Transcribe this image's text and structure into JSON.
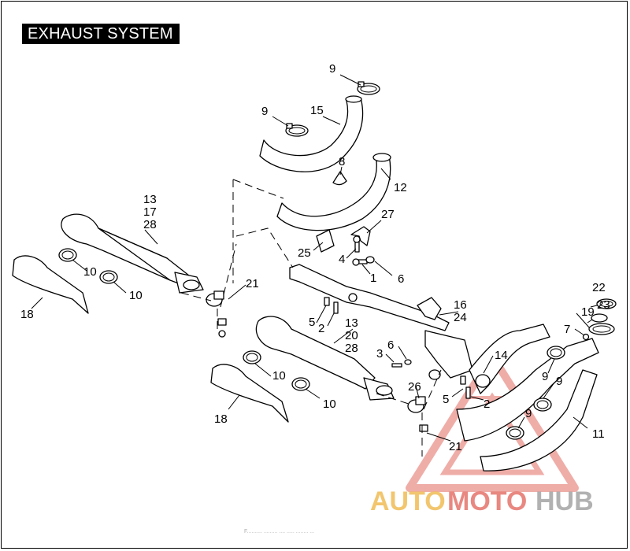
{
  "title": "EXHAUST SYSTEM",
  "callouts": [
    {
      "id": "c9a",
      "text": "9"
    },
    {
      "id": "c9b",
      "text": "9"
    },
    {
      "id": "c15",
      "text": "15"
    },
    {
      "id": "c8",
      "text": "8"
    },
    {
      "id": "c12",
      "text": "12"
    },
    {
      "id": "c13a",
      "text": "13"
    },
    {
      "id": "c17",
      "text": "17"
    },
    {
      "id": "c28a",
      "text": "28"
    },
    {
      "id": "c27",
      "text": "27"
    },
    {
      "id": "c25",
      "text": "25"
    },
    {
      "id": "c4",
      "text": "4"
    },
    {
      "id": "c1",
      "text": "1"
    },
    {
      "id": "c6a",
      "text": "6"
    },
    {
      "id": "c10a",
      "text": "10"
    },
    {
      "id": "c10b",
      "text": "10"
    },
    {
      "id": "c21a",
      "text": "21"
    },
    {
      "id": "c18a",
      "text": "18"
    },
    {
      "id": "c22",
      "text": "22"
    },
    {
      "id": "c16",
      "text": "16"
    },
    {
      "id": "c24",
      "text": "24"
    },
    {
      "id": "c23",
      "text": "23"
    },
    {
      "id": "c19",
      "text": "19"
    },
    {
      "id": "c5a",
      "text": "5"
    },
    {
      "id": "c2a",
      "text": "2"
    },
    {
      "id": "c13b",
      "text": "13"
    },
    {
      "id": "c20",
      "text": "20"
    },
    {
      "id": "c28b",
      "text": "28"
    },
    {
      "id": "c7",
      "text": "7"
    },
    {
      "id": "c3",
      "text": "3"
    },
    {
      "id": "c6b",
      "text": "6"
    },
    {
      "id": "c14",
      "text": "14"
    },
    {
      "id": "c9c",
      "text": "9"
    },
    {
      "id": "c9d",
      "text": "9"
    },
    {
      "id": "c10c",
      "text": "10"
    },
    {
      "id": "c10d",
      "text": "10"
    },
    {
      "id": "c26",
      "text": "26"
    },
    {
      "id": "c5b",
      "text": "5"
    },
    {
      "id": "c2b",
      "text": "2"
    },
    {
      "id": "c9e",
      "text": "9"
    },
    {
      "id": "c11",
      "text": "11"
    },
    {
      "id": "c18b",
      "text": "18"
    },
    {
      "id": "c21b",
      "text": "21"
    }
  ],
  "watermark": {
    "part1": "AUTO",
    "part2": "MOTO",
    "part3": "HUB",
    "color1": "#f0b94a",
    "color2": "#e36b62",
    "color3": "#9e9e9e"
  },
  "footer": "F..........  ......... .... .....   ........ ..."
}
